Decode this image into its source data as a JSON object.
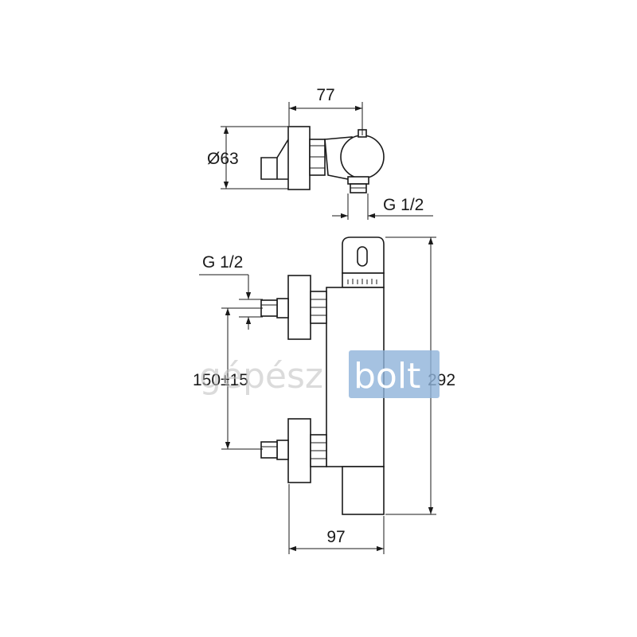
{
  "dimensions": {
    "width_top": "77",
    "diameter": "Ø63",
    "thread_top": "G 1/2",
    "thread_side": "G 1/2",
    "spacing": "150±15",
    "height": "292",
    "depth": "97"
  },
  "watermark": {
    "part1": "gépész",
    "part2": "bolt"
  },
  "colors": {
    "line": "#1a1a1a",
    "watermark_gray": "#bfbfbf",
    "watermark_blue": "#8fb3d9"
  }
}
